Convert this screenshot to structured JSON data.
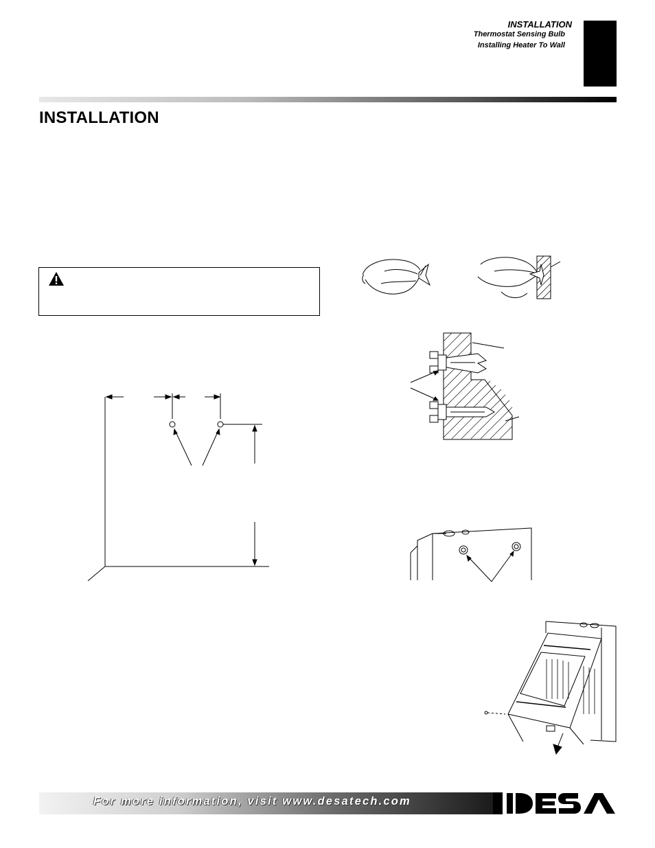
{
  "header": {
    "section": "INSTALLATION",
    "line1": "Thermostat Sensing Bulb",
    "line2": "Installing Heater To Wall"
  },
  "page_title": "INSTALLATION",
  "footer": {
    "text": "For more information, visit www.desatech.com",
    "logo": "DESA"
  },
  "icons": {
    "warning": "warning-triangle-icon"
  }
}
